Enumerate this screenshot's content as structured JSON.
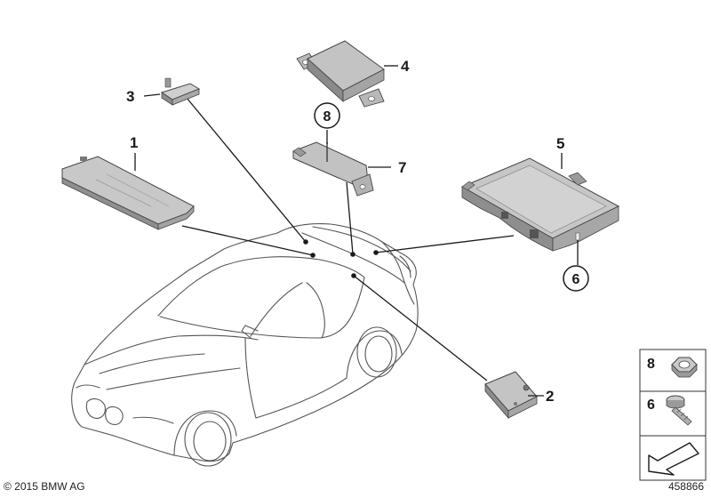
{
  "callouts": {
    "c1": "1",
    "c2": "2",
    "c3": "3",
    "c4": "4",
    "c5": "5",
    "c6": "6",
    "c7": "7",
    "c8": "8"
  },
  "legend": {
    "item_nut": "8",
    "item_bolt": "6"
  },
  "footer": {
    "copyright": "© 2015 BMW AG",
    "drawing_number": "458866"
  },
  "colors": {
    "part_fill": "#bfbfbf",
    "part_dark": "#8a8a8a",
    "line": "#1a1a1a",
    "car_line": "#555555"
  }
}
